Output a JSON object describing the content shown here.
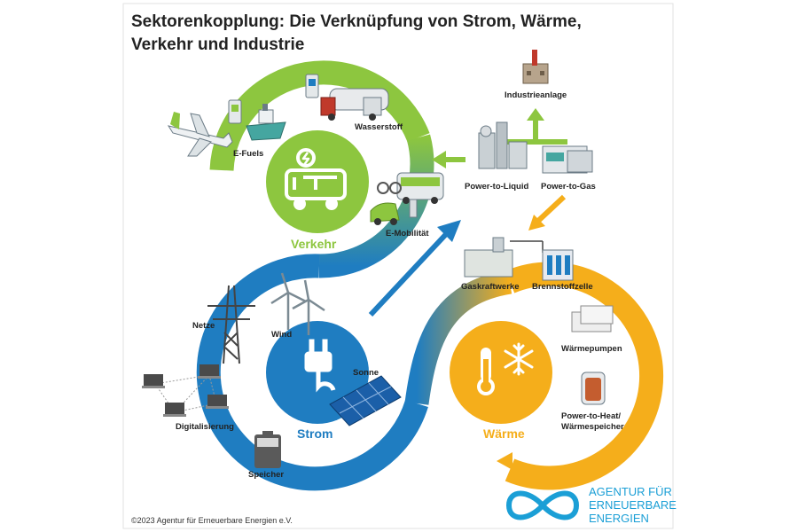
{
  "title_line1": "Sektorenkopplung: Die Verknüpfung von Strom, Wärme,",
  "title_line2": "Verkehr und Industrie",
  "sectors": {
    "verkehr": {
      "label": "Verkehr",
      "color": "#8dc63f"
    },
    "strom": {
      "label": "Strom",
      "color": "#1f7dc1"
    },
    "waerme": {
      "label": "Wärme",
      "color": "#f5ae1b"
    }
  },
  "labels": {
    "e_fuels": "E-Fuels",
    "wasserstoff": "Wasserstoff",
    "e_mobilitaet": "E-Mobilität",
    "industrieanlage": "Industrieanlage",
    "power_to_liquid": "Power-to-Liquid",
    "power_to_gas": "Power-to-Gas",
    "gaskraftwerke": "Gaskraftwerke",
    "brennstoffzelle": "Brennstoffzelle",
    "waermepumpen": "Wärmepumpen",
    "power_to_heat_1": "Power-to-Heat/",
    "power_to_heat_2": "Wärmespeicher",
    "netze": "Netze",
    "wind": "Wind",
    "sonne": "Sonne",
    "digitalisierung": "Digitalisierung",
    "speicher": "Speicher"
  },
  "logo": {
    "line1": "AGENTUR FÜR",
    "line2": "ERNEUERBARE",
    "line3": "ENERGIEN"
  },
  "copyright": "©2023 Agentur für Erneuerbare Energien e.V."
}
